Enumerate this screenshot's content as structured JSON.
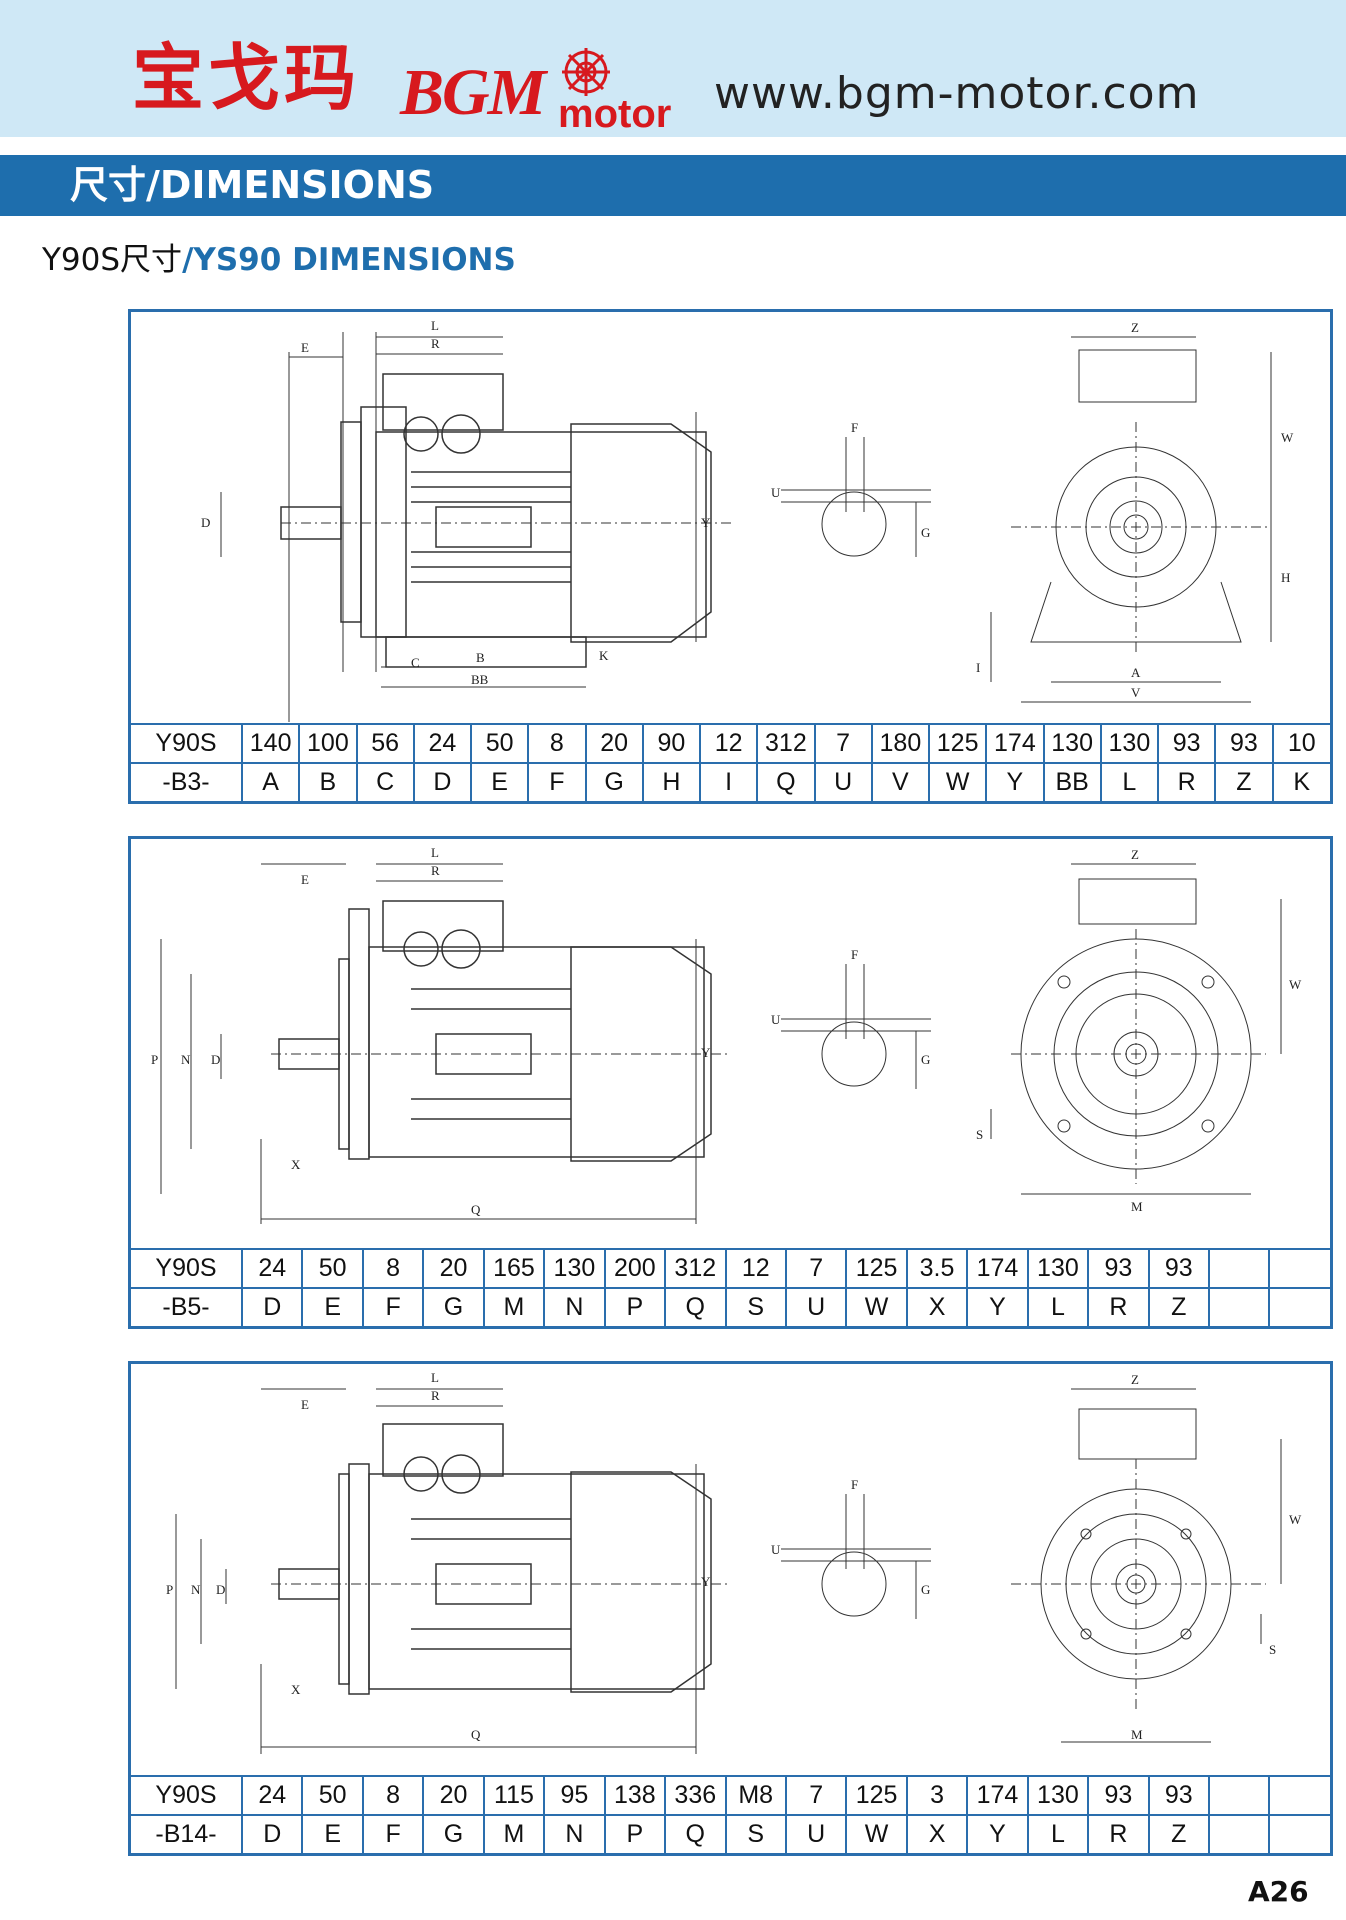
{
  "header": {
    "logo_cn": "宝戈玛",
    "logo_brand": "BGM",
    "logo_motor": "motor",
    "website": "www.bgm-motor.com"
  },
  "section_title": "尺寸/DIMENSIONS",
  "subtitle": {
    "cn": "Y90S尺寸",
    "en": "/YS90 DIMENSIONS"
  },
  "drawing_labels": {
    "b3": [
      "L",
      "R",
      "E",
      "D",
      "Y",
      "C",
      "B",
      "BB",
      "K",
      "F",
      "U",
      "G",
      "Z",
      "W",
      "H",
      "A",
      "V",
      "I"
    ],
    "b5": [
      "L",
      "R",
      "E",
      "P",
      "N",
      "D",
      "X",
      "Q",
      "Y",
      "F",
      "U",
      "G",
      "Z",
      "W",
      "S",
      "M"
    ],
    "b14": [
      "L",
      "R",
      "E",
      "P",
      "N",
      "D",
      "X",
      "Q",
      "Y",
      "F",
      "U",
      "G",
      "Z",
      "W",
      "S",
      "M"
    ]
  },
  "tables": {
    "b3": {
      "model": "Y90S",
      "mount": "-B3-",
      "values": [
        "140",
        "100",
        "56",
        "24",
        "50",
        "8",
        "20",
        "90",
        "12",
        "312",
        "7",
        "180",
        "125",
        "174",
        "130",
        "130",
        "93",
        "93",
        "10"
      ],
      "letters": [
        "A",
        "B",
        "C",
        "D",
        "E",
        "F",
        "G",
        "H",
        "I",
        "Q",
        "U",
        "V",
        "W",
        "Y",
        "BB",
        "L",
        "R",
        "Z",
        "K"
      ]
    },
    "b5": {
      "model": "Y90S",
      "mount": "-B5-",
      "values": [
        "24",
        "50",
        "8",
        "20",
        "165",
        "130",
        "200",
        "312",
        "12",
        "7",
        "125",
        "3.5",
        "174",
        "130",
        "93",
        "93",
        "",
        ""
      ],
      "letters": [
        "D",
        "E",
        "F",
        "G",
        "M",
        "N",
        "P",
        "Q",
        "S",
        "U",
        "W",
        "X",
        "Y",
        "L",
        "R",
        "Z",
        "",
        ""
      ]
    },
    "b14": {
      "model": "Y90S",
      "mount": "-B14-",
      "values": [
        "24",
        "50",
        "8",
        "20",
        "115",
        "95",
        "138",
        "336",
        "M8",
        "7",
        "125",
        "3",
        "174",
        "130",
        "93",
        "93",
        "",
        ""
      ],
      "letters": [
        "D",
        "E",
        "F",
        "G",
        "M",
        "N",
        "P",
        "Q",
        "S",
        "U",
        "W",
        "X",
        "Y",
        "L",
        "R",
        "Z",
        "",
        ""
      ]
    }
  },
  "page_number": "A26"
}
